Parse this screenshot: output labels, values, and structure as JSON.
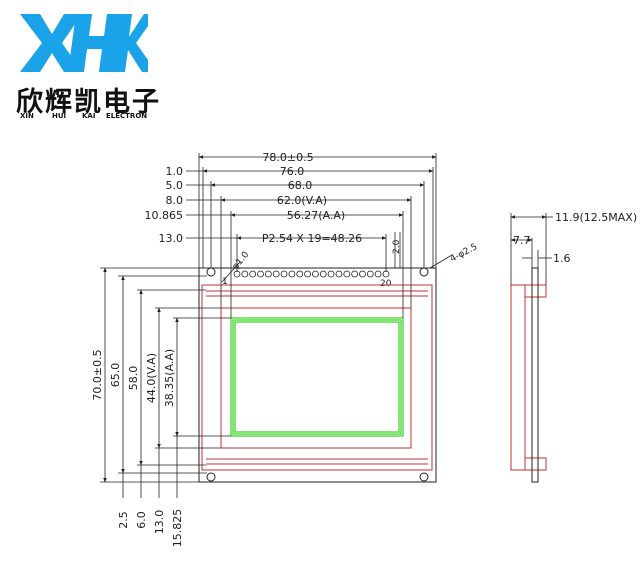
{
  "brand": {
    "logo_text": "XHK",
    "logo_color": "#1aa3e8",
    "name_cn": "欣辉凯电子",
    "name_en": [
      "XIN",
      "HUI",
      "KAI",
      "ELECTRON"
    ]
  },
  "colors": {
    "line": "#222222",
    "outline": "#c43030",
    "active_area": "#37d11b"
  },
  "dims": {
    "top": [
      "78.0±0.5",
      "76.0",
      "68.0",
      "62.0(V.A)",
      "56.27(A.A)",
      "P2.54  X  19=48.26"
    ],
    "left_labels": [
      "1.0",
      "5.0",
      "8.0",
      "10.865",
      "13.0"
    ],
    "pin_small": "2.0",
    "pin_hole": "φ1.0",
    "mount_hole": "4-φ2.5",
    "pin_1": "1",
    "pin_20": "20",
    "vertical": [
      "70.0±0.5",
      "65.0",
      "58.0",
      "44.0(V.A)",
      "38.35(A.A)"
    ],
    "bottom": [
      "2.5",
      "6.0",
      "13.0",
      "15.825"
    ],
    "side": [
      "11.9(12.5MAX)",
      "7.7",
      "1.6"
    ]
  }
}
